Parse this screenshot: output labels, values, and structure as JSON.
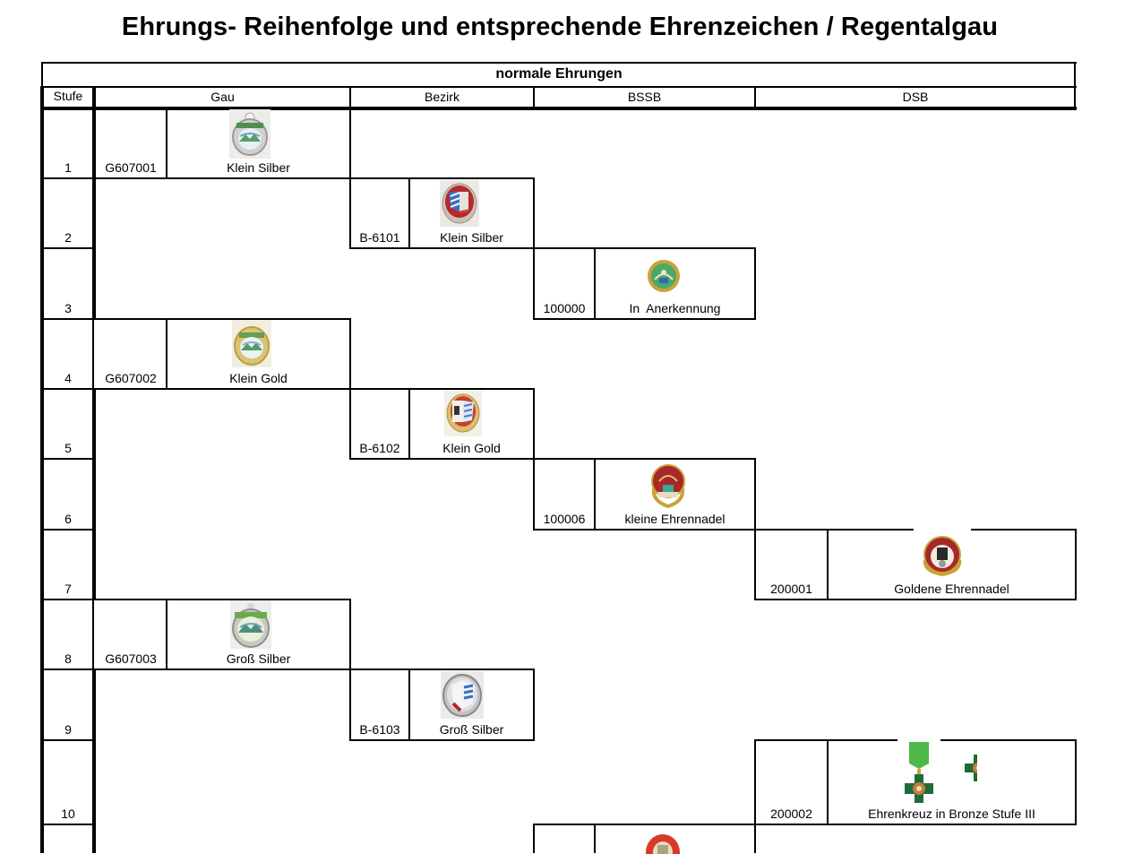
{
  "title": "Ehrungs- Reihenfolge und entsprechende Ehrenzeichen / Regentalgau",
  "table": {
    "section_title": "normale Ehrungen",
    "headers": {
      "stufe": "Stufe",
      "gau": "Gau",
      "bezirk": "Bezirk",
      "bssb": "BSSB",
      "dsb": "DSB"
    },
    "rows": [
      {
        "stufe": "1",
        "column": "Gau",
        "code": "G607001",
        "name": "Klein Silber",
        "badge": "gau-badge-silver-small-icon"
      },
      {
        "stufe": "2",
        "column": "Bezirk",
        "code": "B-6101",
        "name": "Klein Silber",
        "badge": "bezirk-badge-silver-small-icon"
      },
      {
        "stufe": "3",
        "column": "BSSB",
        "code": "100000",
        "name": "In  Anerkennung",
        "badge": "bssb-recognition-badge-icon"
      },
      {
        "stufe": "4",
        "column": "Gau",
        "code": "G607002",
        "name": "Klein Gold",
        "badge": "gau-badge-gold-small-icon"
      },
      {
        "stufe": "5",
        "column": "Bezirk",
        "code": "B-6102",
        "name": "Klein Gold",
        "badge": "bezirk-badge-gold-small-icon"
      },
      {
        "stufe": "6",
        "column": "BSSB",
        "code": "100006",
        "name": "kleine Ehrennadel",
        "badge": "bssb-small-honor-pin-icon"
      },
      {
        "stufe": "7",
        "column": "DSB",
        "code": "200001",
        "name": "Goldene Ehrennadel",
        "badge": "dsb-gold-honor-pin-icon"
      },
      {
        "stufe": "8",
        "column": "Gau",
        "code": "G607003",
        "name": "Groß Silber",
        "badge": "gau-badge-silver-large-icon"
      },
      {
        "stufe": "9",
        "column": "Bezirk",
        "code": "B-6103",
        "name": "Groß Silber",
        "badge": "bezirk-badge-silver-large-icon"
      },
      {
        "stufe": "10",
        "column": "DSB",
        "code": "200002",
        "name": "Ehrenkreuz in Bronze Stufe III",
        "badge": "dsb-bronze-cross-icon"
      },
      {
        "stufe": "",
        "column": "BSSB",
        "code": "",
        "name": "",
        "badge": "bssb-red-badge-icon"
      }
    ]
  },
  "colors": {
    "line": "#000000",
    "background": "#ffffff",
    "gau_green": "#4f8f4a",
    "bezirk_red": "#b8282a",
    "bavaria_blue": "#3a6fc4",
    "gold": "#c9a23a",
    "dsb_cross_green": "#1e6b3a",
    "ribbon_green": "#4fb84a",
    "bronze": "#c87a3c"
  }
}
